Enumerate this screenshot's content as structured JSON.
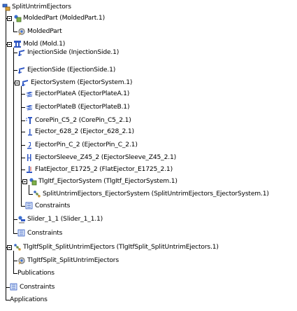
{
  "tree": {
    "nodes": [
      {
        "label": "SplitUntrimEjectors",
        "depth": 0,
        "icon": "product-icon",
        "expanded": true
      },
      {
        "label": "MoldedPart (MoldedPart.1)",
        "depth": 1,
        "icon": "component-icon",
        "expanded": true
      },
      {
        "label": "MoldedPart",
        "depth": 2,
        "icon": "part-icon",
        "expanded": false
      },
      {
        "label": "Mold (Mold.1)",
        "depth": 1,
        "icon": "mold-icon",
        "expanded": true
      },
      {
        "label": "InjectionSide (InjectionSide.1)",
        "depth": 2,
        "icon": "plate-icon",
        "expanded": false
      },
      {
        "label": "EjectionSide (EjectionSide.1)",
        "depth": 2,
        "icon": "plate-icon",
        "expanded": false
      },
      {
        "label": "EjectorSystem (EjectorSystem.1)",
        "depth": 2,
        "icon": "plate-icon",
        "expanded": true
      },
      {
        "label": "EjectorPlateA (EjectorPlateA.1)",
        "depth": 3,
        "icon": "ejector-plate-icon",
        "expanded": false
      },
      {
        "label": "EjectorPlateB (EjectorPlateB.1)",
        "depth": 3,
        "icon": "ejector-plate-icon",
        "expanded": false
      },
      {
        "label": "CorePin_C5_2 (CorePin_C5_2.1)",
        "depth": 3,
        "icon": "core-pin-icon",
        "expanded": false
      },
      {
        "label": "Ejector_628_2 (Ejector_628_2.1)",
        "depth": 3,
        "icon": "ejector-pin-icon",
        "expanded": false
      },
      {
        "label": "EjectorPin_C_2 (EjectorPin_C_2.1)",
        "depth": 3,
        "icon": "ejector-pin-c-icon",
        "expanded": false
      },
      {
        "label": "EjectorSleeve_Z45_2 (EjectorSleeve_Z45_2.1)",
        "depth": 3,
        "icon": "sleeve-icon",
        "expanded": false
      },
      {
        "label": "FlatEjector_E1725_2 (FlatEjector_E1725_2.1)",
        "depth": 3,
        "icon": "flat-ejector-icon",
        "expanded": false
      },
      {
        "label": "TlgItf_EjectorSystem (TlgItf_EjectorSystem.1)",
        "depth": 3,
        "icon": "component-icon",
        "expanded": true
      },
      {
        "label": "SplitUntrimEjectors_EjectorSystem (SplitUntrimEjectors_EjectorSystem.1)",
        "depth": 4,
        "icon": "interface-icon",
        "expanded": false
      },
      {
        "label": "Constraints",
        "depth": 3,
        "icon": "constraints-icon",
        "expanded": false
      },
      {
        "label": "Slider_1_1 (Slider_1_1.1)",
        "depth": 2,
        "icon": "slider-icon",
        "expanded": false
      },
      {
        "label": "Constraints",
        "depth": 2,
        "icon": "constraints-icon",
        "expanded": false
      },
      {
        "label": "TlgItfSplit_SplitUntrimEjectors (TlgItfSplit_SplitUntrimEjectors.1)",
        "depth": 1,
        "icon": "interface-icon",
        "expanded": true
      },
      {
        "label": "TlgItfSplit_SplitUntrimEjectors",
        "depth": 2,
        "icon": "part-icon",
        "expanded": false
      },
      {
        "label": "Publications",
        "depth": 2,
        "icon": "",
        "expanded": false
      },
      {
        "label": "Constraints",
        "depth": 1,
        "icon": "constraints-icon",
        "expanded": false
      },
      {
        "label": "Applications",
        "depth": 1,
        "icon": "",
        "expanded": false
      }
    ]
  }
}
